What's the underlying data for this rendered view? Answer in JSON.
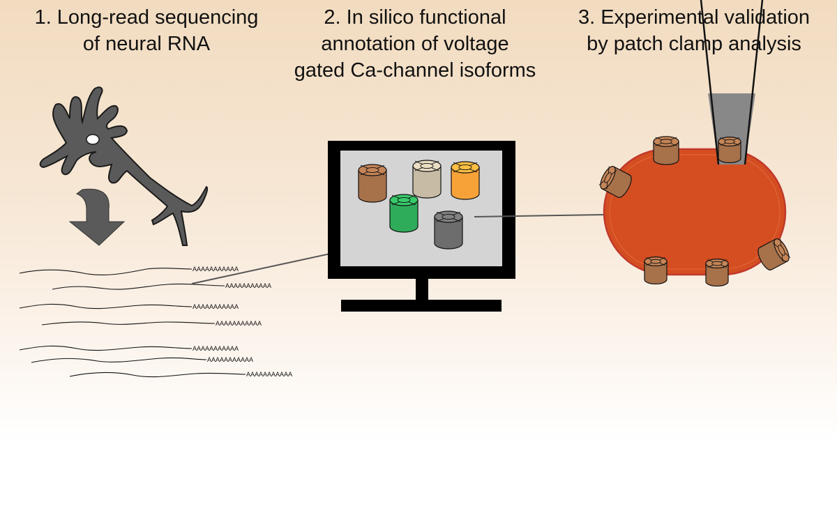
{
  "steps": [
    {
      "title": "1. Long-read sequencing\nof neural RNA"
    },
    {
      "title": "2. In silico functional\nannotation of voltage\ngated Ca-channel isoforms"
    },
    {
      "title": "3. Experimental validation\nby patch clamp analysis"
    }
  ],
  "poly_a_tail": "AAAAAAAAAAA",
  "colors": {
    "neuron": "#5a5a5a",
    "arrow": "#555555",
    "monitor": "#000000",
    "screen": "#d4d4d4",
    "cell": "#d44e22",
    "cell_edge": "#c0392b",
    "channel_brown": "#a7714a",
    "channel_beige": "#c7bba5",
    "channel_orange": "#f7a238",
    "channel_green": "#2fac5a",
    "channel_gray": "#6d6d6d",
    "pipette_fill": "#888888"
  }
}
